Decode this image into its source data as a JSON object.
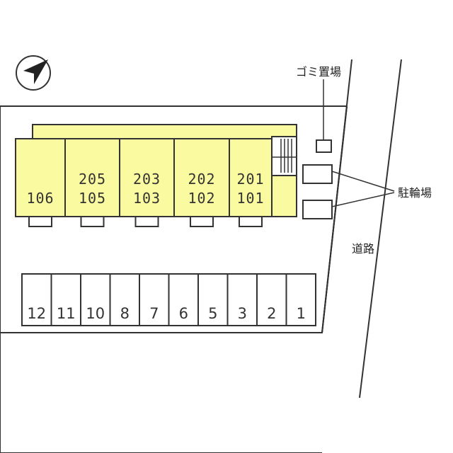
{
  "colors": {
    "building": "#fafaa0",
    "line": "#333333"
  },
  "compass": {
    "icon": "north-arrow-icon"
  },
  "labels": {
    "garbage": "ゴミ置場",
    "bicycle_parking": "駐輪場",
    "road": "道路"
  },
  "units": [
    {
      "upper": "",
      "lower": "106"
    },
    {
      "upper": "205",
      "lower": "105"
    },
    {
      "upper": "203",
      "lower": "103"
    },
    {
      "upper": "202",
      "lower": "102"
    },
    {
      "upper": "201",
      "lower": "101"
    }
  ],
  "parking_spaces": [
    "12",
    "11",
    "10",
    "8",
    "7",
    "6",
    "5",
    "3",
    "2",
    "1"
  ]
}
